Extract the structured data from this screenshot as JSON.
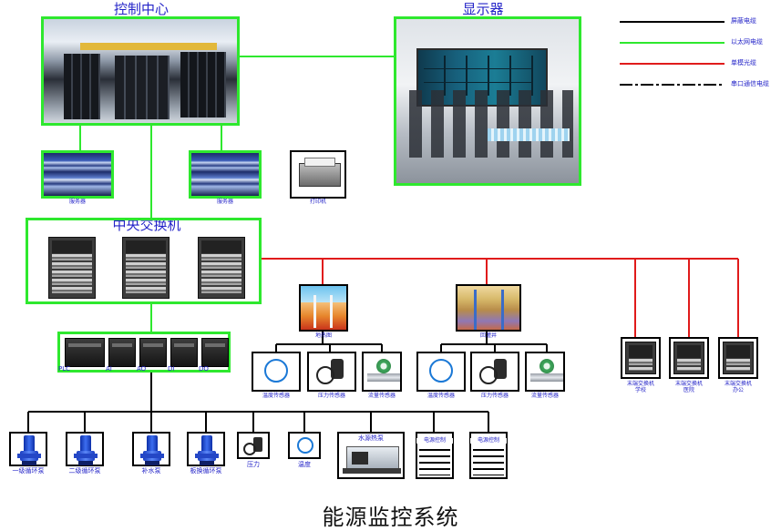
{
  "title": "能源监控系统",
  "legend": [
    {
      "label": "屏蔽电缆",
      "color": "#000000",
      "style": "solid"
    },
    {
      "label": "以太网电缆",
      "color": "#2ee82e",
      "style": "solid"
    },
    {
      "label": "单模光缆",
      "color": "#e01b1b",
      "style": "solid"
    },
    {
      "label": "串口通信电缆",
      "color": "#000000",
      "style": "dash-dot"
    }
  ],
  "control_center": {
    "label": "控制中心"
  },
  "display": {
    "label": "显示器"
  },
  "servers": [
    {
      "label": "服务器"
    },
    {
      "label": "服务器"
    }
  ],
  "printer": {
    "label": "打印机"
  },
  "core_switch": {
    "label": "中央交换机"
  },
  "plc_rack": {
    "labels": [
      "PLC",
      "AI",
      "AO",
      "DI",
      "DO"
    ]
  },
  "field_group_1": {
    "label": "地热图",
    "sensors": [
      {
        "label": "温度传感器",
        "icon": "temperature-sensor-icon"
      },
      {
        "label": "压力传感器",
        "icon": "pressure-sensor-icon"
      },
      {
        "label": "流量传感器",
        "icon": "flow-sensor-icon"
      }
    ]
  },
  "field_group_2": {
    "label": "回灌井",
    "sensors": [
      {
        "label": "温度传感器",
        "icon": "temperature-sensor-icon"
      },
      {
        "label": "压力传感器",
        "icon": "pressure-sensor-icon"
      },
      {
        "label": "流量传感器",
        "icon": "flow-sensor-icon"
      }
    ]
  },
  "edge_switches": [
    {
      "line1": "末端交换机",
      "line2": "学校"
    },
    {
      "line1": "末端交换机",
      "line2": "医院"
    },
    {
      "line1": "末端交换机",
      "line2": "办公"
    }
  ],
  "bottom_devices": [
    {
      "label": "一级循环泵",
      "icon": "pump-icon"
    },
    {
      "label": "二级循环泵",
      "icon": "pump-icon"
    },
    {
      "label": "补水泵",
      "icon": "pump-icon"
    },
    {
      "label": "板换循环泵",
      "icon": "pump-icon"
    },
    {
      "label": "压力",
      "icon": "pressure-sensor-icon"
    },
    {
      "label": "温度",
      "icon": "temperature-sensor-icon"
    },
    {
      "label": "水源热泵",
      "icon": "heat-pump-icon"
    },
    {
      "label": "电源控制",
      "icon": "power-control-icon"
    },
    {
      "label": "电源控制",
      "icon": "power-control-icon"
    }
  ],
  "colors": {
    "ethernet": "#2ee82e",
    "fiber": "#e01b1b",
    "shielded": "#000000",
    "label": "#2424c8"
  }
}
